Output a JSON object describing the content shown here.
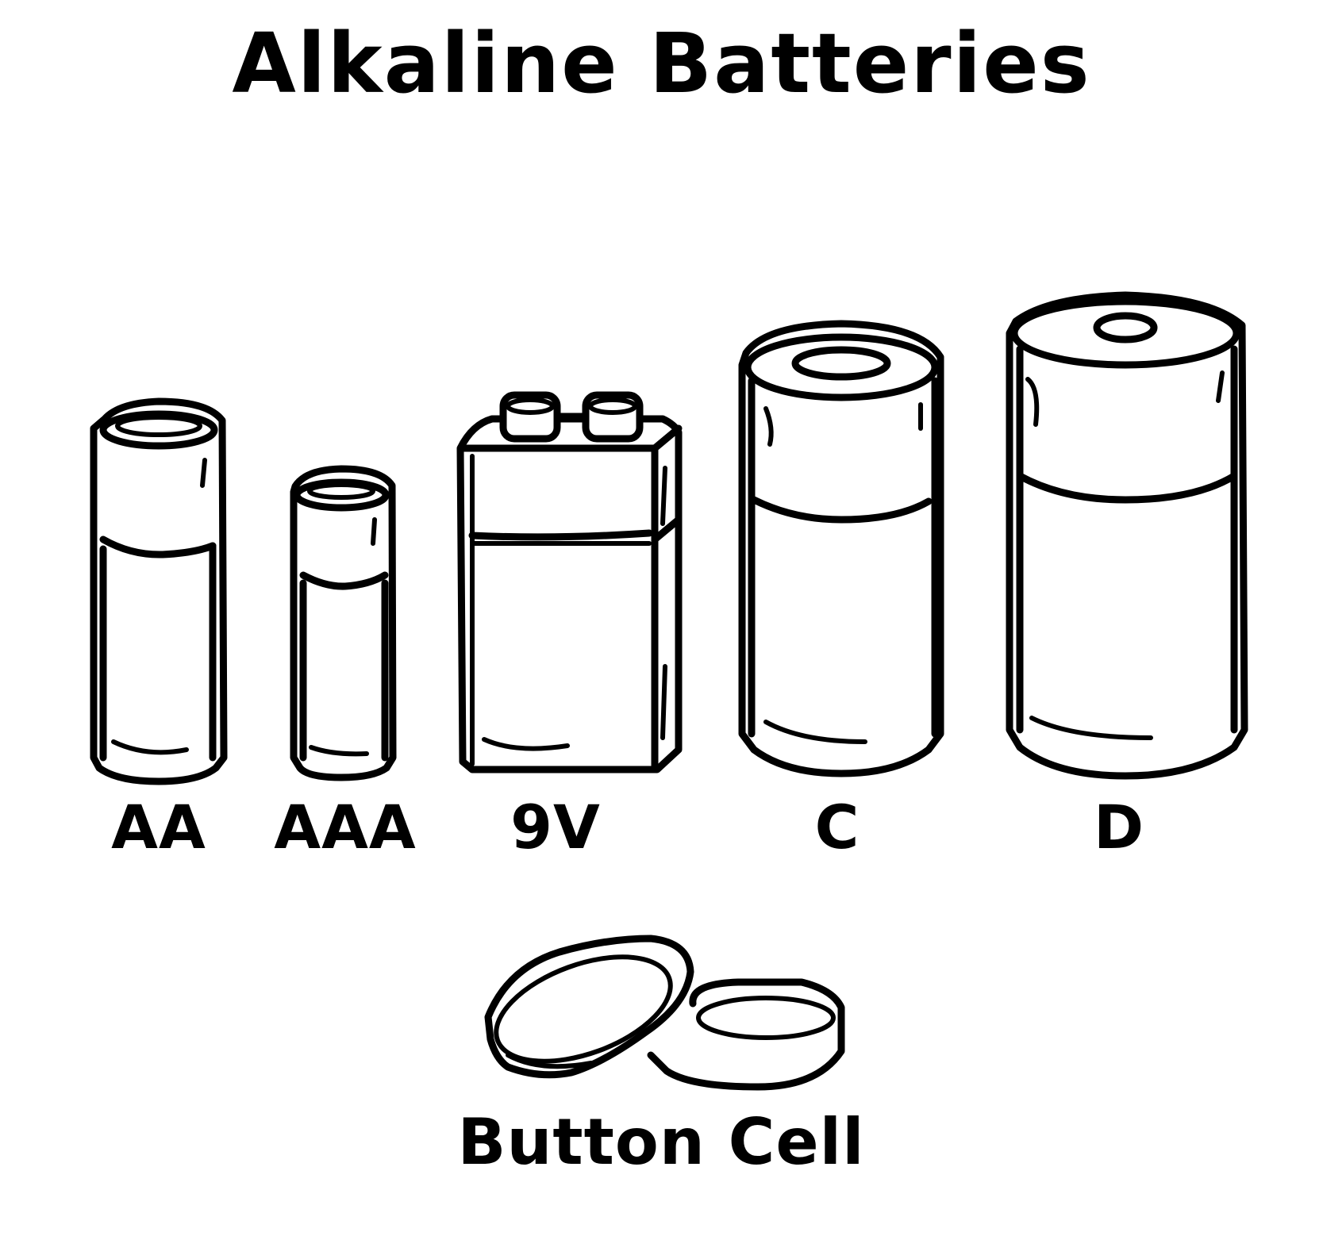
{
  "title": "Alkaline Batteries",
  "batteries": [
    {
      "id": "aa",
      "label": "AA"
    },
    {
      "id": "aaa",
      "label": "AAA"
    },
    {
      "id": "9v",
      "label": "9V"
    },
    {
      "id": "c",
      "label": "C"
    },
    {
      "id": "d",
      "label": "D"
    },
    {
      "id": "button",
      "label": "Button Cell"
    }
  ],
  "colors": {
    "line": "#000000",
    "background": "#ffffff"
  }
}
